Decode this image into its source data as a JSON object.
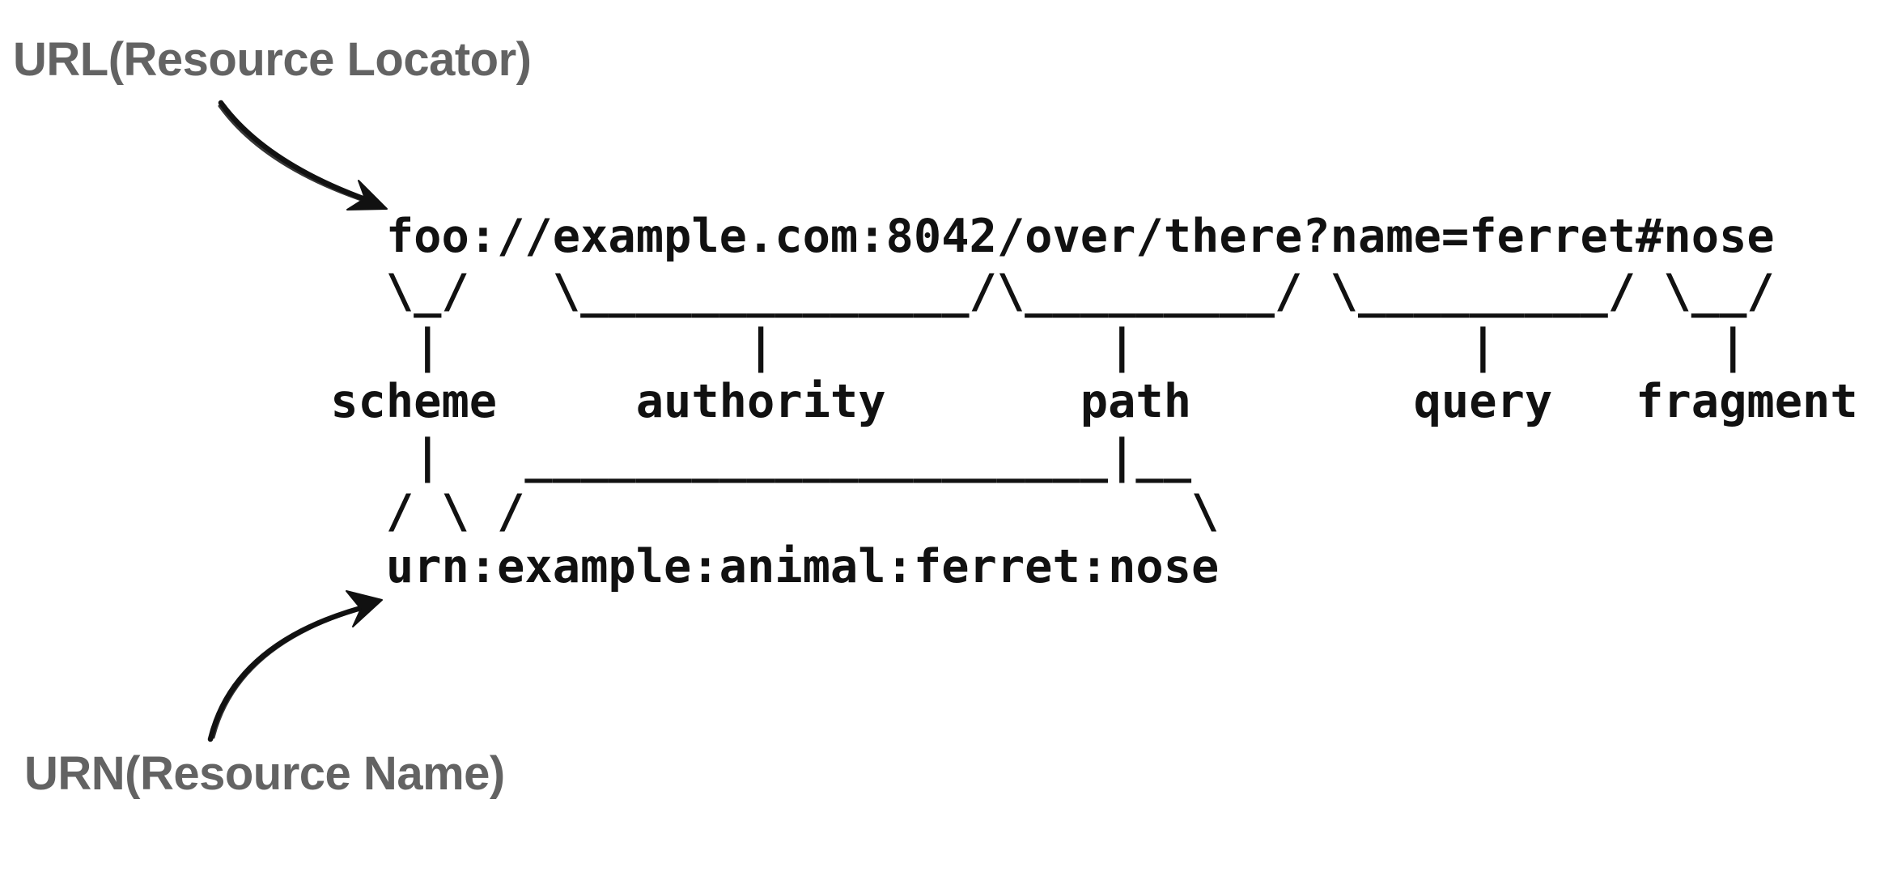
{
  "annotations": {
    "url_label": "URL(Resource Locator)",
    "urn_label": "URN(Resource Name)"
  },
  "diagram": {
    "ascii": "         foo://example.com:8042/over/there?name=ferret#nose\n         \\_/   \\______________/\\_________/ \\_________/ \\__/\n          |           |            |            |        |\n       scheme     authority       path        query   fragment\n          |   _____________________|__\n         / \\ /                        \\\n         urn:example:animal:ferret:nose",
    "uri_example": "foo://example.com:8042/over/there?name=ferret#nose",
    "urn_example": "urn:example:animal:ferret:nose",
    "components": [
      "scheme",
      "authority",
      "path",
      "query",
      "fragment"
    ]
  },
  "colors": {
    "background": "#ffffff",
    "ink": "#111111",
    "label_gray": "#636363"
  }
}
